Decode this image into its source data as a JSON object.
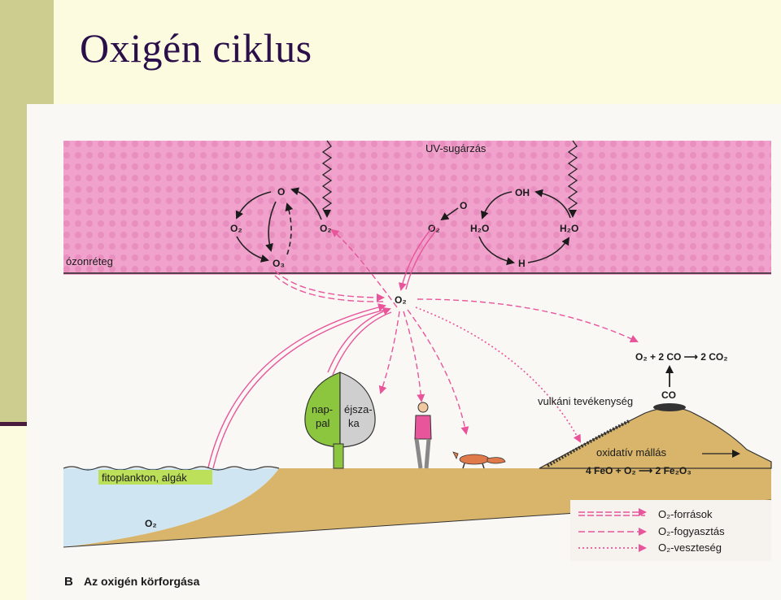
{
  "slide": {
    "title": "Oxigén ciklus"
  },
  "diagram": {
    "uv_label": "UV-sugárzás",
    "ozone_layer_label": "ózonréteg",
    "o2_center": "O₂",
    "ozone_cycle": {
      "o": "O",
      "o2_left": "O₂",
      "o2_right": "O₂",
      "o3": "O₃"
    },
    "water_cycle": {
      "oh": "OH",
      "o": "O",
      "o2": "O₂",
      "h2o_left": "H₂O",
      "h2o_right": "H₂O",
      "h": "H"
    },
    "co_reaction": "O₂ + 2 CO ⟶ 2 CO₂",
    "co": "CO",
    "volcano_label": "vulkáni tevékenység",
    "weathering_label": "oxidatív mállás",
    "iron_reaction": "4 FeO + O₂ ⟶ 2 Fe₂O₃",
    "tree_day": [
      "nap-",
      "pal"
    ],
    "tree_night": [
      "éjsza-",
      "ka"
    ],
    "plankton_label": "fitoplankton, algák",
    "o2_water": "O₂",
    "legend": [
      {
        "style": "double",
        "label": "O₂-források"
      },
      {
        "style": "dashed",
        "label": "O₂-fogyasztás"
      },
      {
        "style": "dotted",
        "label": "O₂-veszteség"
      }
    ],
    "caption_letter": "B",
    "caption": "Az oxigén körforgása",
    "colors": {
      "arrow": "#e8559b",
      "band": "#f2a3cf",
      "ground": "#d9b56b",
      "water": "#cfe6f2",
      "tree_day": "#8cc63f",
      "tree_night": "#cfcfcf",
      "plankton": "#bde05a"
    }
  }
}
